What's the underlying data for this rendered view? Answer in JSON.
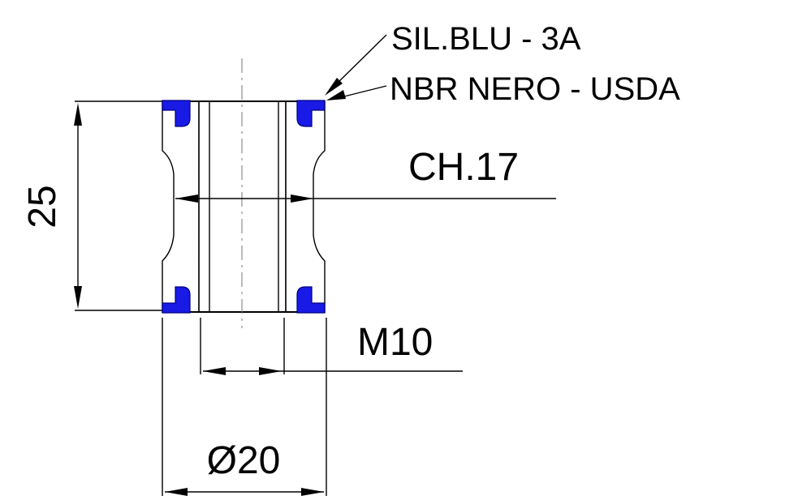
{
  "labels": {
    "seal_top": "SIL.BLU - 3A",
    "seal_bottom": "NBR NERO - USDA",
    "wrench": "CH.17",
    "height": "25",
    "thread": "M10",
    "diameter": "Ø20"
  },
  "colors": {
    "seal": "#1a1ae6",
    "seal_edge": "#000080",
    "hatch": "#8a8a8a",
    "line": "#000000"
  }
}
